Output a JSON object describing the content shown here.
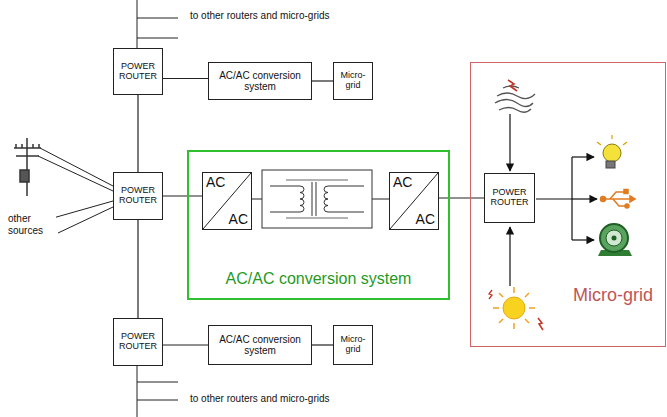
{
  "diagram": {
    "nodes": [
      {
        "text": [
          "POWER ROUTER"
        ]
      },
      {
        "text": [
          "AC/AC conversion system"
        ]
      },
      {
        "text": [
          "Micro-grid"
        ]
      },
      {
        "text": [
          "POWER ROUTER"
        ]
      },
      {
        "text": [
          "AC/AC conversion system"
        ]
      },
      {
        "text": [
          "AC",
          "AC"
        ],
        "in": 4
      },
      {
        "text": [
          "AC",
          "AC"
        ],
        "in": 4
      },
      {
        "text": [
          "Micro-grid"
        ]
      },
      {
        "text": [
          "POWER ROUTER"
        ],
        "in": 7
      },
      {
        "text": [
          "POWER ROUTER"
        ]
      },
      {
        "text": [
          "AC/AC conversion system"
        ]
      },
      {
        "text": [
          "Micro-grid"
        ]
      }
    ],
    "edges": [
      {
        "from": 0,
        "to": 3,
        "arrow": "none"
      },
      {
        "from": 3,
        "to": 9,
        "arrow": "none"
      },
      {
        "from": 0,
        "to": 1,
        "arrow": "none"
      },
      {
        "from": 1,
        "to": 2,
        "arrow": "none"
      },
      {
        "from": 3,
        "to": 5,
        "arrow": "none"
      },
      {
        "from": 6,
        "to": 8,
        "arrow": "none"
      },
      {
        "from": 9,
        "to": 10,
        "arrow": "none"
      },
      {
        "from": 10,
        "to": 11,
        "arrow": "none"
      }
    ],
    "labels": [
      "to other routers and micro-grids",
      "other sources",
      "to other routers and micro-grids"
    ]
  }
}
